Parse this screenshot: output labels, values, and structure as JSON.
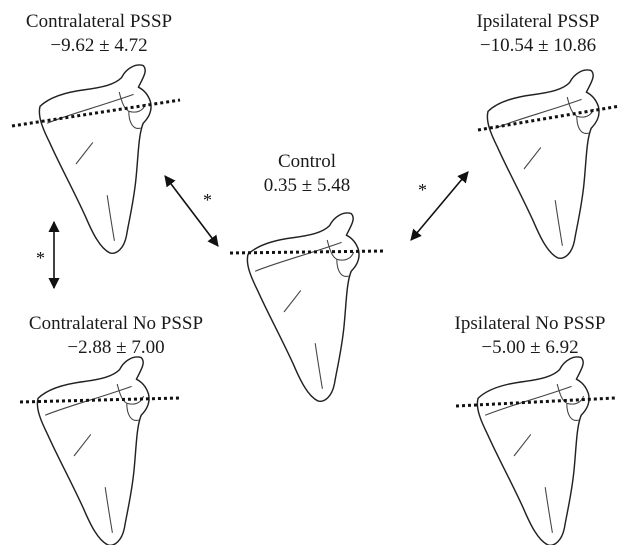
{
  "groups": {
    "contralateral_pssp": {
      "name": "Contralateral PSSP",
      "value": "−9.62 ± 4.72"
    },
    "ipsilateral_pssp": {
      "name": "Ipsilateral PSSP",
      "value": "−10.54 ± 10.86"
    },
    "control": {
      "name": "Control",
      "value": "0.35 ± 5.48"
    },
    "contralateral_no_pssp": {
      "name": "Contralateral No PSSP",
      "value": "−2.88 ± 7.00"
    },
    "ipsilateral_no_pssp": {
      "name": "Ipsilateral No PSSP",
      "value": "−5.00 ± 6.92"
    }
  },
  "significance_marker": "*"
}
